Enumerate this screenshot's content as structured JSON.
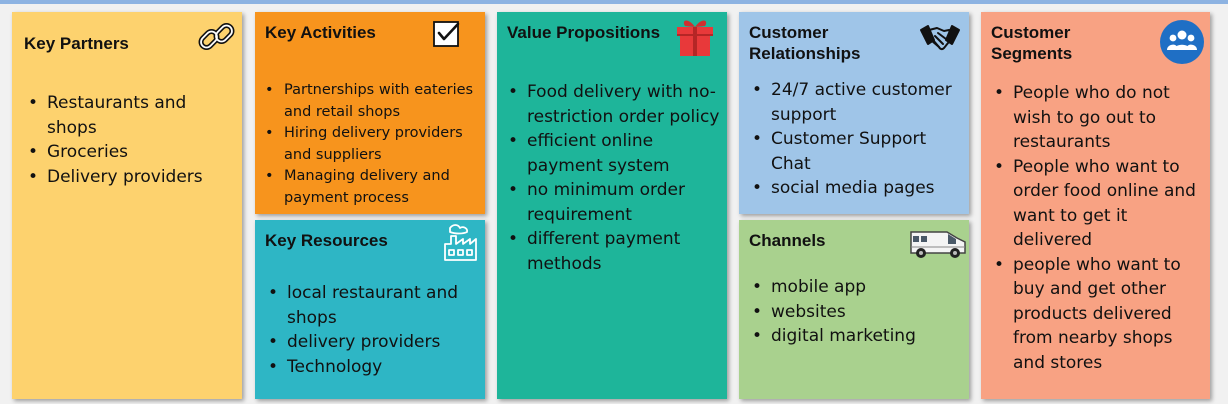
{
  "colors": {
    "partners": "#fdd26e",
    "activities": "#f7941d",
    "resources": "#2eb6c5",
    "value": "#1eb59a",
    "relationships": "#9fc5e8",
    "channels": "#a9d18e",
    "segments": "#f8a283"
  },
  "key_partners": {
    "title": "Key Partners",
    "icon": "chain-link-icon",
    "items": [
      "Restaurants and shops",
      "Groceries",
      "Delivery providers"
    ]
  },
  "key_activities": {
    "title": "Key Activities",
    "icon": "checkbox-icon",
    "items": [
      "Partnerships with eateries and retail shops",
      "Hiring delivery providers and suppliers",
      "Managing delivery and payment process"
    ]
  },
  "key_resources": {
    "title": "Key Resources",
    "icon": "factory-icon",
    "items": [
      "local restaurant and shops",
      "delivery providers",
      "Technology"
    ]
  },
  "value_propositions": {
    "title": "Value Propositions",
    "icon": "gift-icon",
    "items": [
      "Food delivery with no-restriction order policy",
      "efficient online payment system",
      "no minimum order requirement",
      "different payment methods"
    ]
  },
  "customer_relationships": {
    "title": "Customer Relationships",
    "icon": "handshake-icon",
    "items": [
      "24/7 active customer support",
      "Customer Support Chat",
      "social media pages"
    ]
  },
  "channels": {
    "title": "Channels",
    "icon": "delivery-van-icon",
    "items": [
      "mobile app",
      "websites",
      "digital marketing"
    ]
  },
  "customer_segments": {
    "title": "Customer Segments",
    "icon": "users-icon",
    "items": [
      "People who do not wish to go out to restaurants",
      "People who want to order food online and want to get it delivered",
      "people who want to buy and get other products delivered from nearby shops and stores"
    ]
  }
}
